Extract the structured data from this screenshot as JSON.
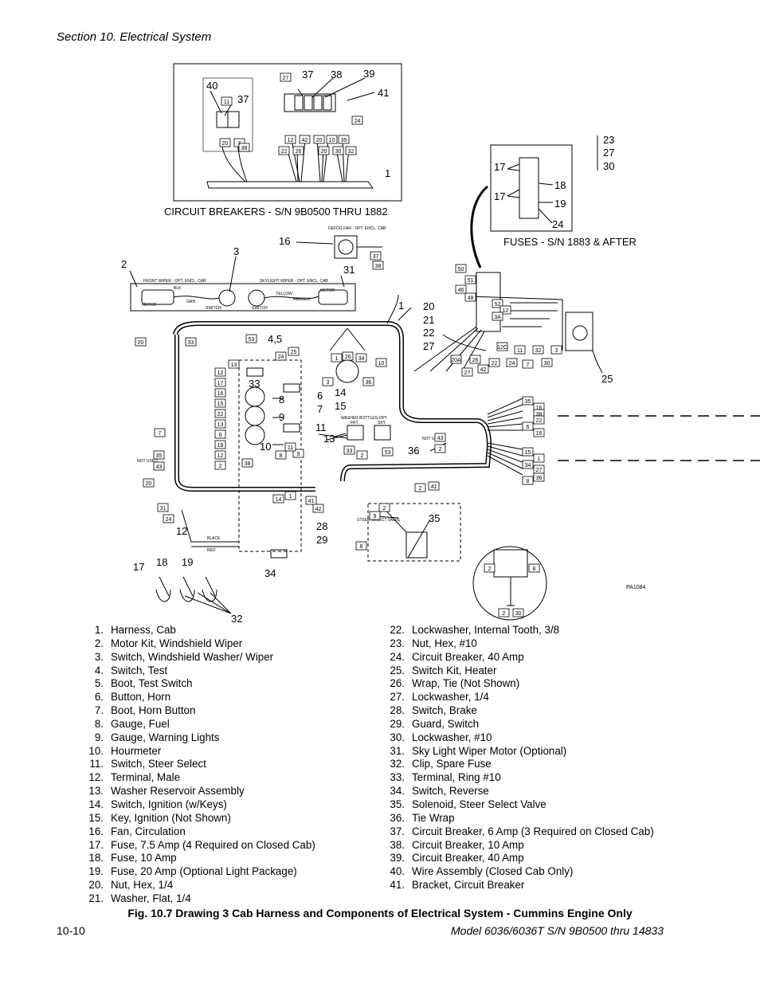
{
  "header": {
    "section": "Section 10.   Electrical System"
  },
  "diagram": {
    "circuit_breakers_title": "CIRCUIT BREAKERS - S/N 9B0500 THRU 1882",
    "fuses_title": "FUSES - S/N 1883 & AFTER",
    "front_wiper_label": "FRONT WIPER - OPT. ENCL. CAB",
    "skylight_wiper_label": "SKYLIGHT WIPER - OPT. ENCL. CAB",
    "defog_fan_label": "DEFOG FAN - OPT. ENCL. CAB",
    "washer_bottles_label": "WASHER BOTTLES-OPT.",
    "washer_frt": "FRT.",
    "washer_sky": "SKY.",
    "not_used_1": "NOT USED",
    "not_used_2": "NOT USED",
    "steer_select_valve": "STEER SELECT VALVE",
    "wire_black": "BLACK",
    "wire_red": "RED",
    "wire_blk": "BLK",
    "wire_grn": "GRN",
    "wire_yellow": "YELLOW",
    "wire_red_blk": "RED/BLK",
    "motor": "MOTOR",
    "switch": "SWITCH",
    "part_code": "PA1084",
    "callouts": [
      "40",
      "37",
      "37",
      "38",
      "39",
      "41",
      "1",
      "23",
      "27",
      "30",
      "17",
      "18",
      "17",
      "19",
      "24",
      "2",
      "3",
      "16",
      "31",
      "1",
      "20",
      "21",
      "22",
      "27",
      "25",
      "4,5",
      "33",
      "8",
      "9",
      "6",
      "7",
      "14",
      "15",
      "11",
      "13",
      "10",
      "36",
      "35",
      "12",
      "28",
      "29",
      "34",
      "17",
      "18",
      "19",
      "32"
    ],
    "wire_tags": [
      "20",
      "33",
      "53",
      "25",
      "24",
      "13",
      "12",
      "17",
      "16",
      "15",
      "22",
      "13",
      "6",
      "18",
      "12",
      "2",
      "7",
      "35",
      "43",
      "20",
      "31",
      "24",
      "38",
      "8",
      "9",
      "11",
      "14",
      "1",
      "41",
      "42",
      "1",
      "26",
      "34",
      "3",
      "36",
      "10",
      "33",
      "2",
      "53",
      "43",
      "2",
      "2",
      "41",
      "2",
      "9",
      "8",
      "50",
      "51",
      "46",
      "48",
      "52",
      "12",
      "3A",
      "12C",
      "11",
      "32",
      "3",
      "20A",
      "26",
      "22",
      "24",
      "7",
      "30",
      "27",
      "42",
      "35",
      "16",
      "38",
      "22",
      "6",
      "16",
      "15",
      "1",
      "34",
      "27",
      "36",
      "8",
      "2",
      "8",
      "2",
      "30",
      "20",
      "3",
      "37",
      "38",
      "27",
      "11",
      "24",
      "12",
      "42",
      "20",
      "10",
      "35",
      "22",
      "26",
      "20",
      "30",
      "32",
      "38"
    ]
  },
  "legend": {
    "left": [
      {
        "n": "1.",
        "t": "Harness, Cab"
      },
      {
        "n": "2.",
        "t": "Motor Kit, Windshield Wiper"
      },
      {
        "n": "3.",
        "t": "Switch, Windshield Washer/ Wiper"
      },
      {
        "n": "4.",
        "t": "Switch, Test"
      },
      {
        "n": "5.",
        "t": "Boot, Test Switch"
      },
      {
        "n": "6.",
        "t": "Button, Horn"
      },
      {
        "n": "7.",
        "t": "Boot, Horn Button"
      },
      {
        "n": "8.",
        "t": "Gauge, Fuel"
      },
      {
        "n": "9.",
        "t": "Gauge, Warning Lights"
      },
      {
        "n": "10.",
        "t": "Hourmeter"
      },
      {
        "n": "11.",
        "t": "Switch, Steer Select"
      },
      {
        "n": "12.",
        "t": "Terminal, Male"
      },
      {
        "n": "13.",
        "t": "Washer Reservoir Assembly"
      },
      {
        "n": "14.",
        "t": "Switch, Ignition  (w/Keys)"
      },
      {
        "n": "15.",
        "t": "Key, Ignition (Not Shown)"
      },
      {
        "n": "16.",
        "t": "Fan, Circulation"
      },
      {
        "n": "17.",
        "t": "Fuse, 7.5 Amp (4 Required on Closed Cab)"
      },
      {
        "n": "18.",
        "t": "Fuse, 10 Amp"
      },
      {
        "n": "19.",
        "t": "Fuse, 20 Amp (Optional Light Package)"
      },
      {
        "n": "20.",
        "t": "Nut, Hex, 1/4"
      },
      {
        "n": "21.",
        "t": "Washer, Flat, 1/4"
      }
    ],
    "right": [
      {
        "n": "22.",
        "t": "Lockwasher, Internal Tooth, 3/8"
      },
      {
        "n": "23.",
        "t": "Nut, Hex, #10"
      },
      {
        "n": "24.",
        "t": "Circuit Breaker, 40 Amp"
      },
      {
        "n": "25.",
        "t": "Switch Kit, Heater"
      },
      {
        "n": "26.",
        "t": "Wrap, Tie (Not Shown)"
      },
      {
        "n": "27.",
        "t": "Lockwasher, 1/4"
      },
      {
        "n": "28.",
        "t": "Switch, Brake"
      },
      {
        "n": "29.",
        "t": "Guard, Switch"
      },
      {
        "n": "30.",
        "t": "Lockwasher, #10"
      },
      {
        "n": "31.",
        "t": "Sky Light Wiper Motor (Optional)"
      },
      {
        "n": "32.",
        "t": "Clip, Spare Fuse"
      },
      {
        "n": "33.",
        "t": "Terminal, Ring  #10"
      },
      {
        "n": "34.",
        "t": "Switch, Reverse"
      },
      {
        "n": "35.",
        "t": "Solenoid, Steer Select Valve"
      },
      {
        "n": "36.",
        "t": "Tie Wrap"
      },
      {
        "n": "37.",
        "t": "Circuit Breaker, 6 Amp (3 Required on Closed Cab)"
      },
      {
        "n": "38.",
        "t": "Circuit Breaker, 10 Amp"
      },
      {
        "n": "39.",
        "t": "Circuit Breaker, 40 Amp"
      },
      {
        "n": "40.",
        "t": "Wire Assembly (Closed Cab Only)"
      },
      {
        "n": "41.",
        "t": "Bracket, Circuit Breaker"
      }
    ]
  },
  "caption": "Fig. 10.7 Drawing 3 Cab Harness and Components of Electrical System - Cummins Engine Only",
  "footer": {
    "page": "10-10",
    "model": "Model 6036/6036T S/N 9B0500 thru 14833"
  }
}
